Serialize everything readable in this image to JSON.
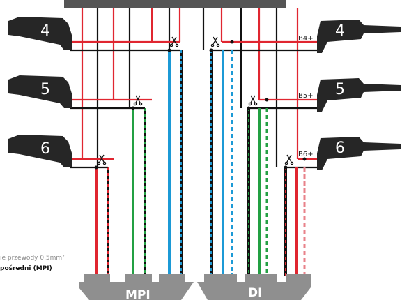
{
  "injectors_left": [
    {
      "num": "4",
      "name": "injector-4"
    },
    {
      "num": "5",
      "name": "injector-5"
    },
    {
      "num": "6",
      "name": "injector-6"
    }
  ],
  "injectors_right": [
    {
      "num": "4",
      "label": "B4+"
    },
    {
      "num": "5",
      "label": "B5+"
    },
    {
      "num": "6",
      "label": "B6+"
    }
  ],
  "connectors": {
    "left": "MPI",
    "right": "DI"
  },
  "legend": {
    "line1": "ie przewody 0,5mm²",
    "line2": "pośredni (MPI)"
  },
  "colors": {
    "red": "#e02630",
    "black": "#111111",
    "green": "#23a043",
    "blue": "#1c9ad6",
    "injector": "#262626",
    "connector": "#8f8f8f",
    "header": "#555555"
  }
}
